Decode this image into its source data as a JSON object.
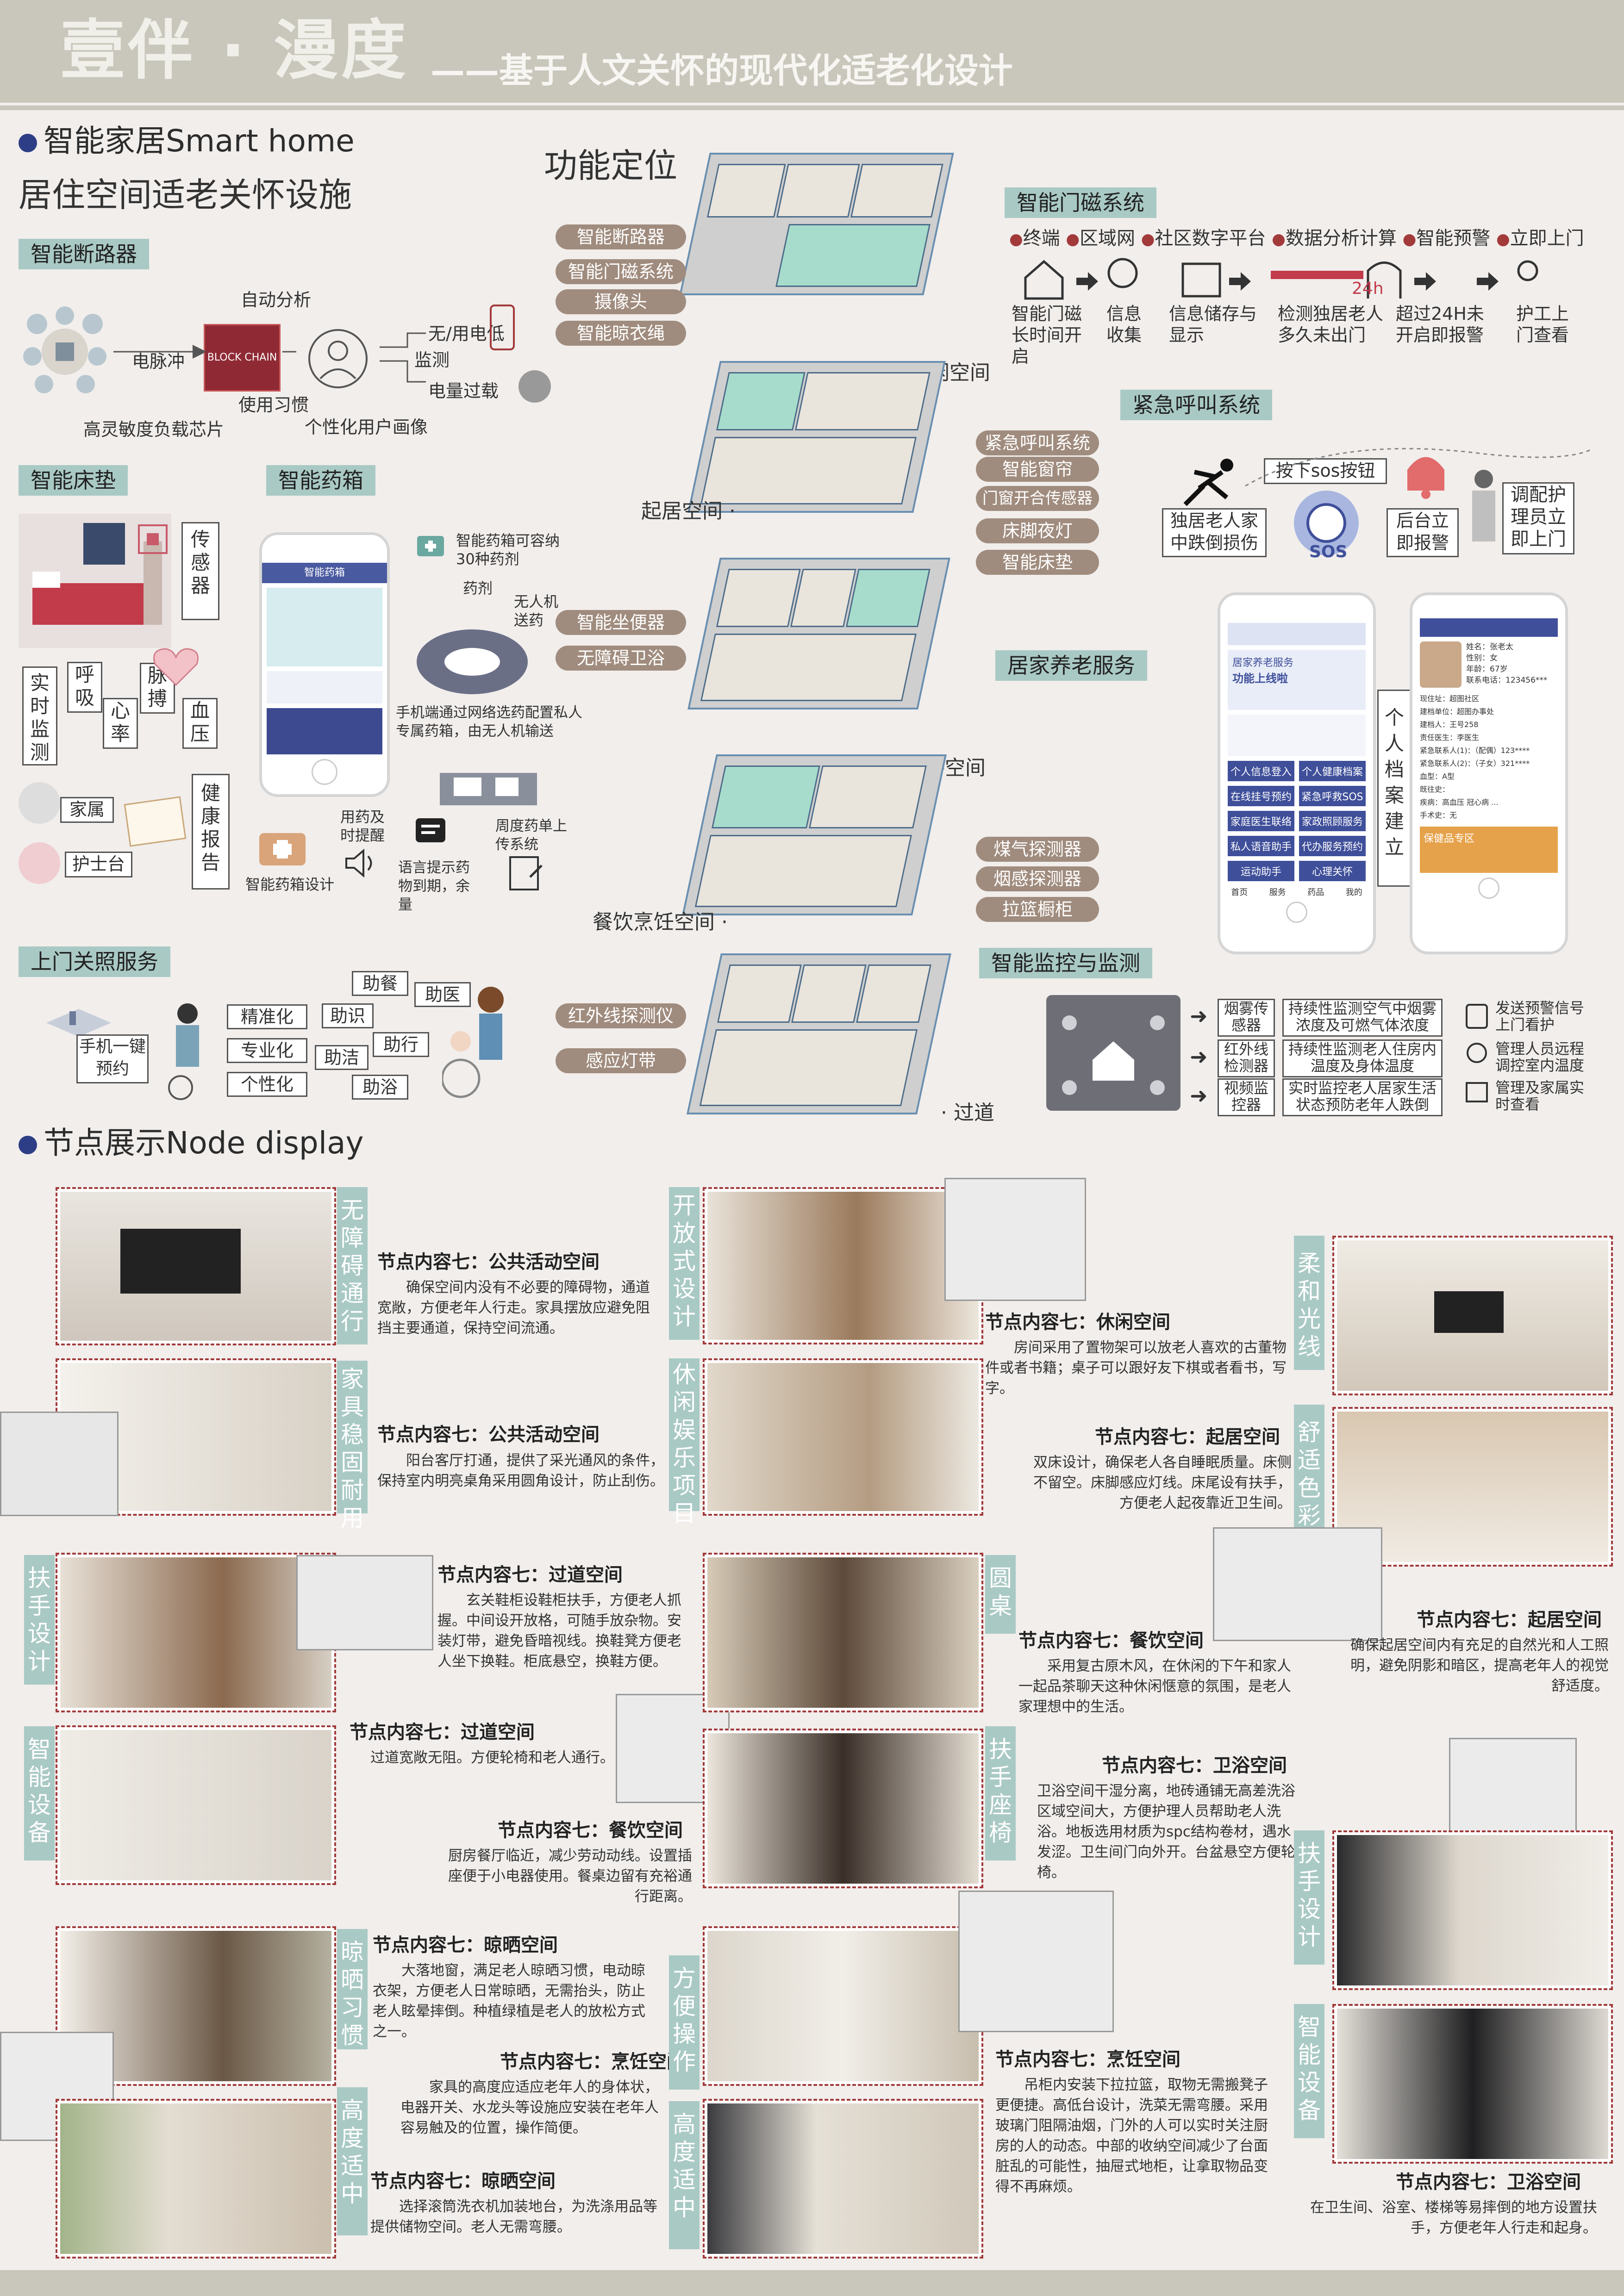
{
  "header": {
    "title_main": "壹伴 · 漫度",
    "title_sub": "——基于人文关怀的现代化适老化设计"
  },
  "smart_home": {
    "heading": "智能家居Smart home",
    "subheading": "居住空间适老关怀设施",
    "breaker": {
      "tag": "智能断路器",
      "labels": {
        "auto": "自动分析",
        "pulse": "电脉冲",
        "habit": "使用习惯",
        "chip": "高灵敏度负载芯片",
        "portrait": "个性化用户画像",
        "monitor": "监测",
        "no_power": "无/用电低",
        "overload": "电量过载"
      },
      "chip_text": "BLOCK CHAIN"
    },
    "mattress": {
      "tag": "智能床垫",
      "sensor": "传感器",
      "realtime": "实时监测",
      "items": [
        "呼吸",
        "心率",
        "脉搏",
        "血压"
      ],
      "report": "健康报告",
      "family": "家属",
      "nurse": "护士台"
    },
    "medbox": {
      "tag": "智能药箱",
      "app_title": "智能药箱",
      "capacity": "智能药箱可容纳30种药剂",
      "drug": "药剂",
      "drone": "无人机送药",
      "desc": "手机端通过网络选药配置私人专属药箱，由无人机输送",
      "remind": "用药及时提醒",
      "voice": "语言提示药物到期，余量",
      "weekly": "周度药单上传系统",
      "design": "智能药箱设计"
    },
    "home_service": {
      "tag": "上门关照服务",
      "oneclick": "手机一键预约",
      "levels": [
        "精准化",
        "专业化",
        "个性化"
      ],
      "services": [
        "助餐",
        "助医",
        "助识",
        "助行",
        "助洁",
        "助浴"
      ]
    }
  },
  "function": {
    "title": "功能定位",
    "group1": [
      "智能断路器",
      "智能门磁系统",
      "摄像头",
      "智能晾衣绳"
    ],
    "leisure": "· 休闲空间",
    "living": "起居空间 ·",
    "group2": [
      "紧急呼叫系统",
      "智能窗帘",
      "门窗开合传感器",
      "床脚夜灯",
      "智能床垫"
    ],
    "group3": [
      "智能坐便器",
      "无障碍卫浴"
    ],
    "bath": "· 卫浴空间",
    "group4": [
      "煤气探测器",
      "烟感探测器",
      "拉篮橱柜"
    ],
    "dining": "餐饮烹饪空间 ·",
    "group5": [
      "红外线探测仪",
      "感应灯带"
    ],
    "corridor": "· 过道"
  },
  "door_system": {
    "tag": "智能门磁系统",
    "flow": [
      "终端",
      "区域网",
      "社区数字平台",
      "数据分析计算",
      "智能预警",
      "立即上门"
    ],
    "hours": "24h",
    "desc": [
      "智能门磁长时间开启",
      "信息收集",
      "信息储存与显示",
      "检测独居老人多久未出门",
      "超过24H未开启即报警",
      "护工上门查看"
    ]
  },
  "emergency": {
    "tag": "紧急呼叫系统",
    "fall": "独居老人家中跌倒损伤",
    "press": "按下sos按钮",
    "sos": "SOS",
    "alarm": "后台立即报警",
    "nurse": "调配护理员立即上门"
  },
  "elderly_service": {
    "tag": "居家养老服务",
    "archive": "个人档案建立",
    "app_head": "居家养老服务",
    "app_sub": "功能上线啦",
    "grid": [
      "个人信息登入",
      "个人健康档案",
      "在线挂号预约",
      "紧急呼救SOS",
      "家庭医生联络",
      "家政照顾服务",
      "私人语音助手",
      "代办服务预约",
      "运动助手",
      "心理关怀"
    ],
    "nav": [
      "首页",
      "服务",
      "药品",
      "我的"
    ],
    "profile_lines": [
      "姓名：张老太",
      "性别：女",
      "年龄：67岁",
      "联系电话：123456***"
    ],
    "profile_more": [
      "现住址：超图社区",
      "建档单位：超图办事处",
      "建档人：王号258",
      "责任医生：李医生",
      "紧急联系人(1)：（配偶）123****",
      "紧急联系人(2)：（子女）321****",
      "血型：A型",
      "既往史：",
      "疾病：高血压 冠心病 ...",
      "手术史：无"
    ],
    "profile_banner": "保健品专区"
  },
  "monitoring": {
    "tag": "智能监控与监测",
    "rows": [
      {
        "device": "烟雾传感器",
        "desc": "持续性监测空气中烟雾浓度及可燃气体浓度",
        "action": "发送预警信号上门看护"
      },
      {
        "device": "红外线检测器",
        "desc": "持续性监测老人住房内温度及身体温度",
        "action": "管理人员远程调控室内温度"
      },
      {
        "device": "视频监控器",
        "desc": "实时监控老人居家生活状态预防老年人跌倒",
        "action": "管理及家属实时查看"
      }
    ]
  },
  "nodes": {
    "heading": "节点展示Node display",
    "col1": [
      {
        "tag": "无障碍通行",
        "title": "节点内容七：公共活动空间",
        "text": "确保空间内没有不必要的障碍物，通道宽敞，方便老年人行走。家具摆放应避免阻挡主要通道，保持空间流通。"
      },
      {
        "tag": "家具稳固耐用",
        "title": "节点内容七：公共活动空间",
        "text": "阳台客厅打通，提供了采光通风的条件，保持室内明亮桌角采用圆角设计，防止刮伤。"
      },
      {
        "tag": "扶手设计",
        "title": "节点内容七：过道空间",
        "text": "玄关鞋柜设鞋柜扶手，方便老人抓握。中间设开放格，可随手放杂物。安装灯带，避免昏暗视线。换鞋凳方便老人坐下换鞋。柜底悬空，换鞋方便。"
      },
      {
        "tag": "智能设备",
        "title": "节点内容七：过道空间",
        "text": "过道宽敞无阻。方便轮椅和老人通行。"
      },
      {
        "tag": "",
        "title": "节点内容七：餐饮空间",
        "text": "厨房餐厅临近，减少劳动动线。设置插座便于小电器使用。餐桌边留有充裕通行距离。"
      },
      {
        "tag": "晾晒习惯",
        "title": "节点内容七：晾晒空间",
        "text": "大落地窗，满足老人晾晒习惯，电动晾衣架，方便老人日常晾晒，无需抬头，防止老人眩晕摔倒。种植绿植是老人的放松方式之一。"
      },
      {
        "tag": "高度适中",
        "title": "节点内容七：晾晒空间",
        "text": "选择滚筒洗衣机加装地台，为洗涤用品等提供储物空间。老人无需弯腰。"
      }
    ],
    "col2": [
      {
        "tag": "开放式设计",
        "title": "节点内容七：休闲空间",
        "text": "房间采用了置物架可以放老人喜欢的古董物件或者书籍；桌子可以跟好友下棋或者看书，写字。"
      },
      {
        "tag": "休闲娱乐项目",
        "title": "节点内容七：起居空间",
        "text": "双床设计，确保老人各自睡眠质量。床侧不留空。床脚感应灯线。床尾设有扶手，方便老人起夜靠近卫生间。"
      },
      {
        "tag": "圆桌",
        "title": "节点内容七：餐饮空间",
        "text": "采用复古原木风，在休闲的下午和家人一起品茶聊天这种休闲惬意的氛围，是老人家理想中的生活。"
      },
      {
        "tag": "扶手座椅",
        "title": "节点内容七：卫浴空间",
        "text": "卫浴空间干湿分离，地砖通铺无高差洗浴区域空间大，方便护理人员帮助老人洗浴。地板选用材质为spc结构卷材，遇水发涩。卫生间门向外开。台盆悬空方便轮椅。"
      },
      {
        "tag": "方便操作",
        "title": "节点内容七：烹饪空间",
        "text": "家具的高度应适应老年人的身体状，电器开关、水龙头等设施应安装在老年人容易触及的位置，操作简便。"
      },
      {
        "tag": "高度适中",
        "title": "节点内容七：烹饪空间",
        "text": "吊柜内安装下拉拉篮，取物无需搬凳子更便捷。高低台设计，洗菜无需弯腰。采用玻璃门阻隔油烟，门外的人可以实时关注厨房的人的动态。中部的收纳空间减少了台面脏乱的可能性，抽屉式地柜，让拿取物品变得不再麻烦。"
      }
    ],
    "col3": [
      {
        "tag": "柔和光线",
        "title": "",
        "text": ""
      },
      {
        "tag": "舒适色彩",
        "title": "节点内容七：起居空间",
        "text": "确保起居空间内有充足的自然光和人工照明，避免阴影和暗区，提高老年人的视觉舒适度。"
      },
      {
        "tag": "扶手设计",
        "title": "",
        "text": ""
      },
      {
        "tag": "智能设备",
        "title": "节点内容七：卫浴空间",
        "text": "在卫生间、浴室、楼梯等易摔倒的地方设置扶手，方便老年人行走和起身。"
      }
    ]
  },
  "colors": {
    "accent": "#a9c9c4",
    "pill": "#a08c7e",
    "red": "#a23a3a",
    "banner": "#c9c7bb",
    "navy": "#2e3e86"
  }
}
